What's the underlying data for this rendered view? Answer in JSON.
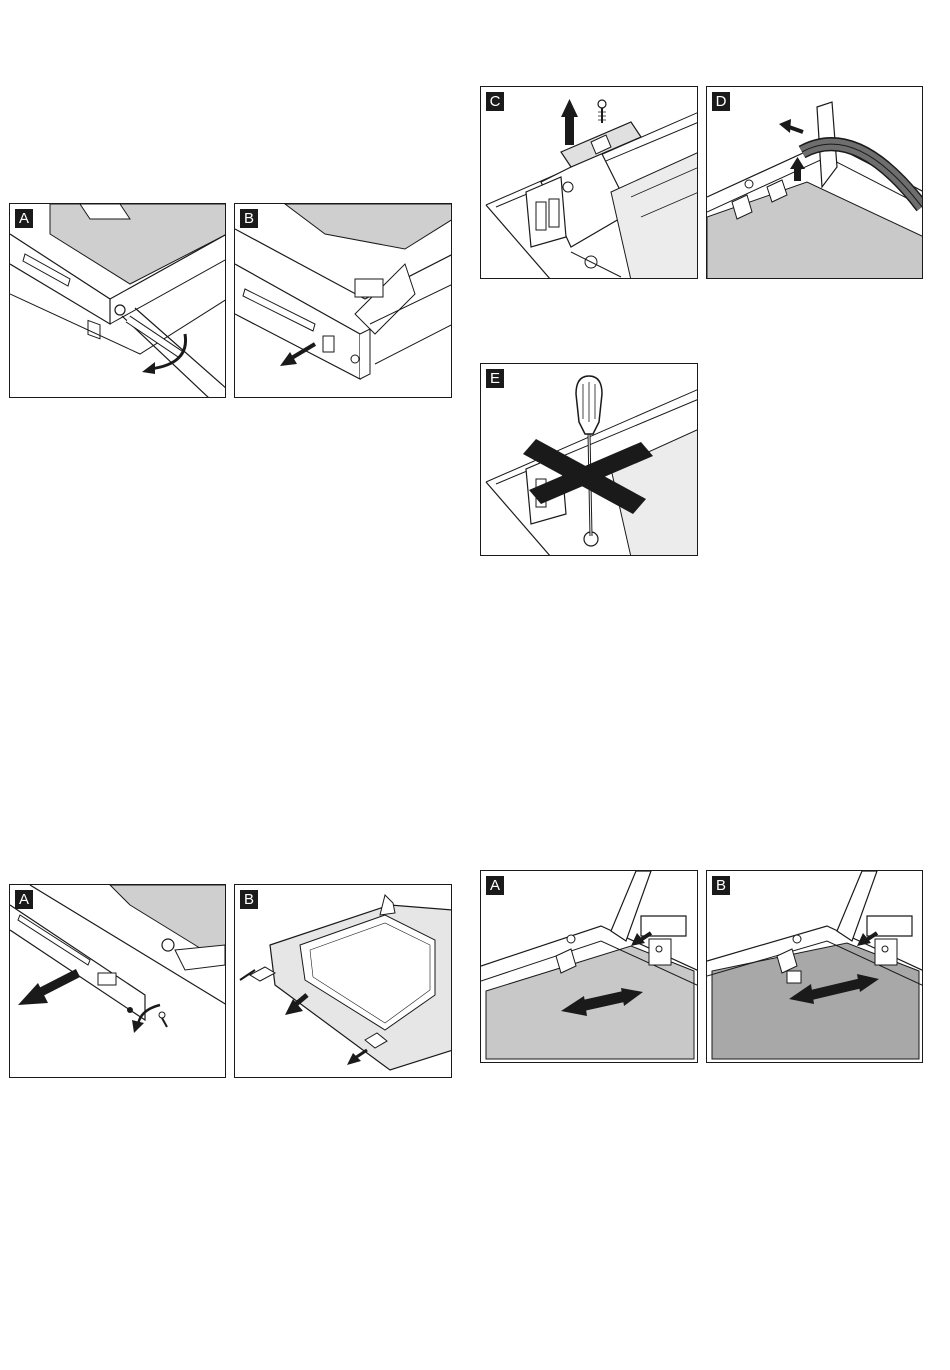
{
  "figures": {
    "top_left": {
      "a": {
        "label": "A"
      },
      "b": {
        "label": "B"
      }
    },
    "top_right": {
      "c": {
        "label": "C"
      },
      "d": {
        "label": "D"
      },
      "e": {
        "label": "E"
      }
    },
    "bottom_left": {
      "a": {
        "label": "A"
      },
      "b": {
        "label": "B"
      }
    },
    "bottom_right": {
      "a": {
        "label": "A"
      },
      "b": {
        "label": "B"
      }
    }
  },
  "colors": {
    "line": "#1a1a1a",
    "panel_gray": "#c9c9c9",
    "label_bg": "#1a1a1a",
    "label_text": "#ffffff"
  }
}
